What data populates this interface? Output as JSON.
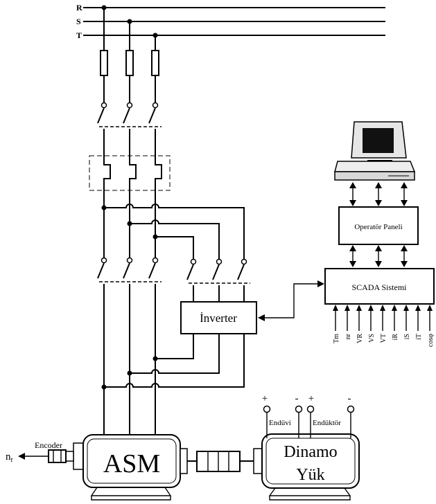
{
  "phases": [
    "R",
    "S",
    "T"
  ],
  "operator_panel": "Operatör Paneli",
  "scada": "SCADA Sistemi",
  "inverter": "İnverter",
  "motor": "ASM",
  "encoder": "Encoder",
  "speed_out": "n",
  "speed_out_sub": "r",
  "dynamo": {
    "line1": "Dinamo",
    "line2": "Yük"
  },
  "armature": "Endüvi",
  "field": "Endüktör",
  "plus": "+",
  "minus": "-",
  "scada_inputs": [
    "Tm",
    "nr",
    "VR",
    "VS",
    "VT",
    "iR",
    "iS",
    "iT",
    "cosφ"
  ]
}
